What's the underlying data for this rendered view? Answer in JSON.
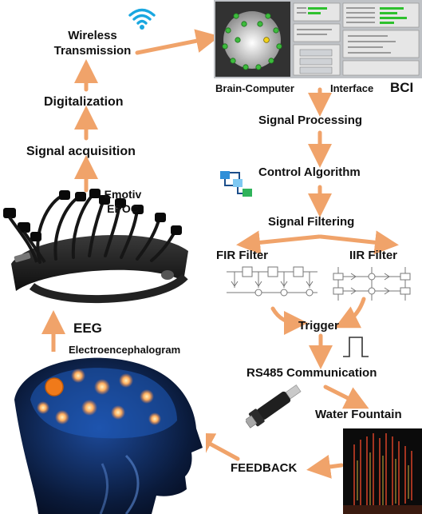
{
  "labels": {
    "wireless": "Wireless",
    "transmission": "Transmission",
    "digitalization": "Digitalization",
    "signal_acquisition": "Signal acquisition",
    "emotiv": "Emotiv",
    "epoc": "EPOC",
    "eeg": "EEG",
    "electroencephalogram": "Electroencephalogram",
    "brain_computer": "Brain-Computer",
    "interface": "Interface",
    "bci": "BCI",
    "signal_processing": "Signal Processing",
    "control_algorithm": "Control Algorithm",
    "signal_filtering": "Signal Filtering",
    "fir_filter": "FIR Filter",
    "iir_filter": "IIR Filter",
    "trigger": "Trigger",
    "rs485": "RS485 Communication",
    "water_fountain": "Water Fountain",
    "feedback": "FEEDBACK"
  },
  "colors": {
    "arrow": "#f0a36a",
    "text": "#111111",
    "wifi": "#19a7e0",
    "brain_dark": "#0a1a3a",
    "node_glow": "#ffb060"
  },
  "icons": [
    "wifi-icon",
    "flowchart-icon",
    "pulse-icon",
    "usb-adapter-icon"
  ]
}
